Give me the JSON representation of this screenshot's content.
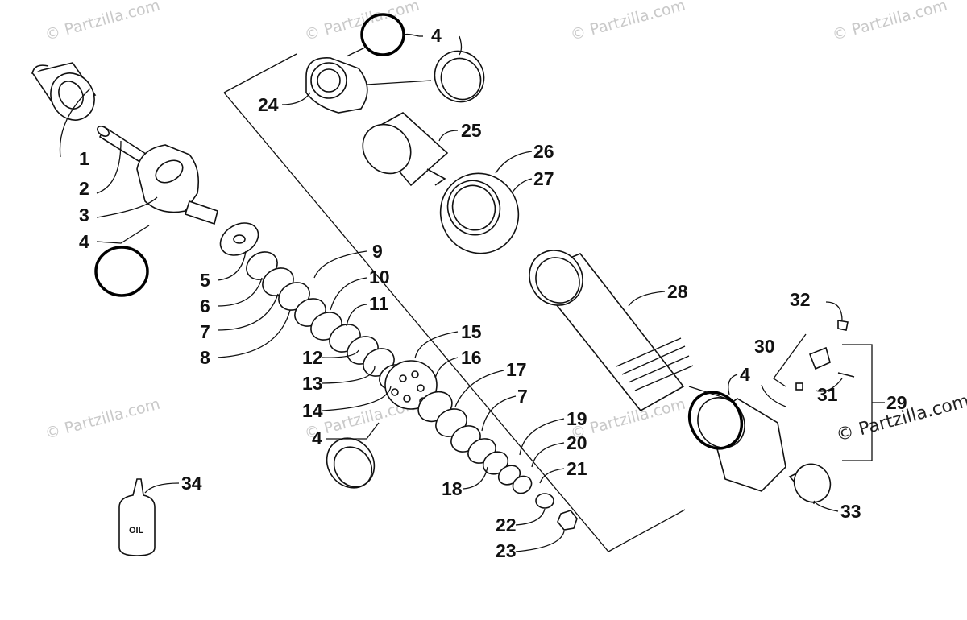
{
  "diagram": {
    "part_labels": [
      "1",
      "2",
      "3",
      "4",
      "5",
      "6",
      "7",
      "8",
      "9",
      "10",
      "11",
      "12",
      "13",
      "14",
      "15",
      "16",
      "17",
      "7",
      "18",
      "19",
      "20",
      "21",
      "22",
      "23",
      "24",
      "25",
      "26",
      "27",
      "28",
      "4",
      "29",
      "30",
      "31",
      "32",
      "33",
      "34",
      "4",
      "4"
    ],
    "oil_bottle_label": "OIL",
    "watermarks": [
      "© Partzilla.com",
      "© Partzilla.com",
      "© Partzilla.com",
      "© Partzilla.com",
      "© Partzilla.com",
      "© Partzilla.com",
      "© Partzilla.com",
      "© Partzilla.com"
    ],
    "watermark_dark": "© Partzilla.com"
  }
}
